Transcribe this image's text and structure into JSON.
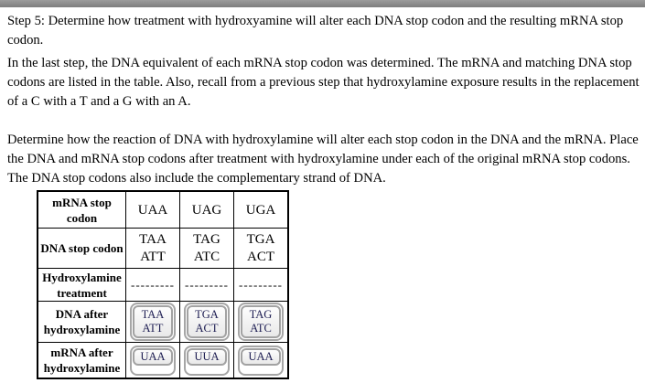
{
  "colors": {
    "topbar_gray": "#8c8c8c",
    "table_border": "#000000",
    "slot_border": "#a6a6a6",
    "tile_border": "#a2a2a2",
    "tile_background": "#f0f0f0",
    "tile_text": "#1d1d52"
  },
  "instructions": {
    "step_title": "Step 5: Determine how treatment with hydroxyamine will alter each DNA stop codon and the resulting mRNA stop codon.",
    "para_intro": "In the last step, the DNA equivalent of each mRNA stop codon was determined. The mRNA and matching DNA stop codons are listed in the table. Also, recall from a previous step that hydroxylamine exposure results in the replacement of a C with a T and a G with an A.",
    "para_task": "Determine how the reaction of DNA with hydroxylamine will alter each stop codon in the DNA and the mRNA. Place the DNA and mRNA stop codons after treatment with hydroxylamine under each of the original mRNA stop codons. The DNA stop codons also include the complementary strand of DNA."
  },
  "table": {
    "row_labels": [
      "mRNA stop codon",
      "DNA stop codon",
      "Hydroxylamine treatment",
      "DNA after hydroxylamine",
      "mRNA after hydroxylamine"
    ],
    "mrna_stop_codons": [
      "UAA",
      "UAG",
      "UGA"
    ],
    "dna_stop_codons": [
      {
        "top": "TAA",
        "bottom": "ATT"
      },
      {
        "top": "TAG",
        "bottom": "ATC"
      },
      {
        "top": "TGA",
        "bottom": "ACT"
      }
    ],
    "treatment_placeholders": [
      "---------",
      "---------",
      "---------"
    ],
    "dna_after_tiles": [
      {
        "top": "TAA",
        "bottom": "ATT"
      },
      {
        "top": "TGA",
        "bottom": "ACT"
      },
      {
        "top": "TAG",
        "bottom": "ATC"
      }
    ],
    "mrna_after_tiles": [
      "UAA",
      "UUA",
      "UAA"
    ]
  }
}
